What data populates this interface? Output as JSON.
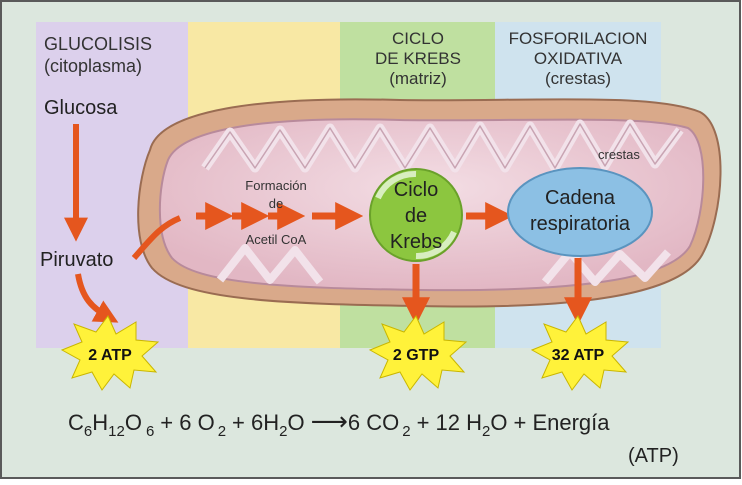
{
  "colors": {
    "frame_bg": "#dce7de",
    "glucolisis_bg": "#dcd0ec",
    "yellow_bg": "#f8e8a4",
    "krebs_bg": "#bfe0a0",
    "fosfo_bg": "#cfe3ee",
    "arrow": "#e5561e",
    "burst": "#fff23a",
    "krebs_circle": "#8cc63f",
    "cadena_oval": "#8cc0e4"
  },
  "columns": {
    "glucolisis": {
      "line1": "GLUCOLISIS",
      "line2": "(citoplasma)"
    },
    "krebs": {
      "line1": "CICLO",
      "line2": "DE KREBS",
      "line3": "(matriz)"
    },
    "fosforilacion": {
      "line1": "FOSFORILACION",
      "line2": "OXIDATIVA",
      "line3": "(crestas)"
    }
  },
  "labels": {
    "glucosa": "Glucosa",
    "piruvato": "Piruvato",
    "crestas": "crestas",
    "formacion": {
      "line1": "Formación",
      "line2": "de",
      "line3": "Acetil CoA"
    },
    "ciclo": {
      "line1": "Ciclo",
      "line2": "de",
      "line3": "Krebs"
    },
    "cadena": {
      "line1": "Cadena",
      "line2": "respiratoria"
    }
  },
  "yields": {
    "glucolisis": "2 ATP",
    "krebs": "2 GTP",
    "fosforilacion": "32 ATP"
  },
  "equation": {
    "lhs_c": "C",
    "lhs_c_sub": "6",
    "lhs_h": "H",
    "lhs_h_sub": "12",
    "lhs_o": "O",
    "lhs_o_sub": "6",
    "plus1": "+ 6 O",
    "o2_sub": "2",
    "plus2": "+ 6H",
    "h2o_sub": "2",
    "h2o_o": "O",
    "arrow": "⟶",
    "rhs1": "6 CO",
    "co2_sub": "2",
    "plus3": "+ 12 H",
    "h2o2_sub": "2",
    "h2o2_o": "O",
    "plus4": "+ Energía",
    "atp": "(ATP)"
  }
}
